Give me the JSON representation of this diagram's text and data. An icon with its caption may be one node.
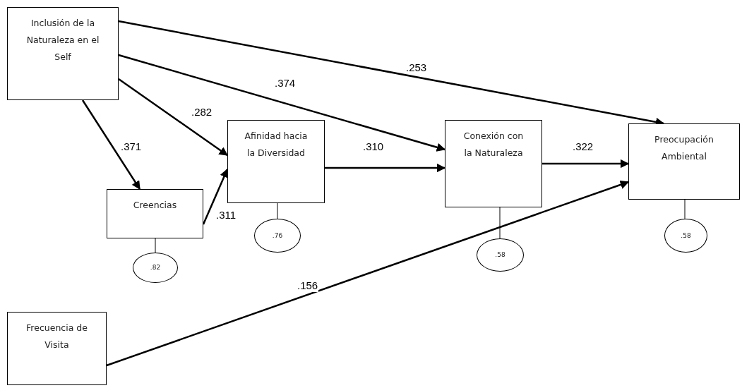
{
  "diagram": {
    "nodes": [
      {
        "text": [
          "Inclusión de la Naturaleza en el Self"
        ]
      },
      {
        "text": [
          "Creencias"
        ]
      },
      {
        "text": [
          "Afinidad hacia la Diversidad"
        ]
      },
      {
        "text": [
          "Conexión con la Naturaleza"
        ]
      },
      {
        "text": [
          "Preocupación Ambiental"
        ]
      },
      {
        "text": [
          "Frecuencia de Visita"
        ]
      },
      {
        "text": [
          ".82"
        ]
      },
      {
        "text": [
          ".76"
        ]
      },
      {
        "text": [
          ".58"
        ]
      },
      {
        "text": [
          ".58"
        ]
      }
    ],
    "edges": [
      {
        "from": 0,
        "to": 4,
        "arrow": "to",
        "label": ".253"
      },
      {
        "from": 0,
        "to": 3,
        "arrow": "to",
        "label": ".374"
      },
      {
        "from": 0,
        "to": 2,
        "arrow": "to",
        "label": ".282"
      },
      {
        "from": 0,
        "to": 1,
        "arrow": "to",
        "label": ".371"
      },
      {
        "from": 1,
        "to": 2,
        "arrow": "to",
        "label": ".311"
      },
      {
        "from": 2,
        "to": 3,
        "arrow": "to",
        "label": ".310"
      },
      {
        "from": 3,
        "to": 4,
        "arrow": "to",
        "label": ".322"
      },
      {
        "from": 5,
        "to": 4,
        "arrow": "to",
        "label": ".156"
      },
      {
        "from": 1,
        "to": 6,
        "arrow": "none"
      },
      {
        "from": 2,
        "to": 7,
        "arrow": "none"
      },
      {
        "from": 3,
        "to": 8,
        "arrow": "none"
      },
      {
        "from": 4,
        "to": 9,
        "arrow": "none"
      }
    ]
  }
}
